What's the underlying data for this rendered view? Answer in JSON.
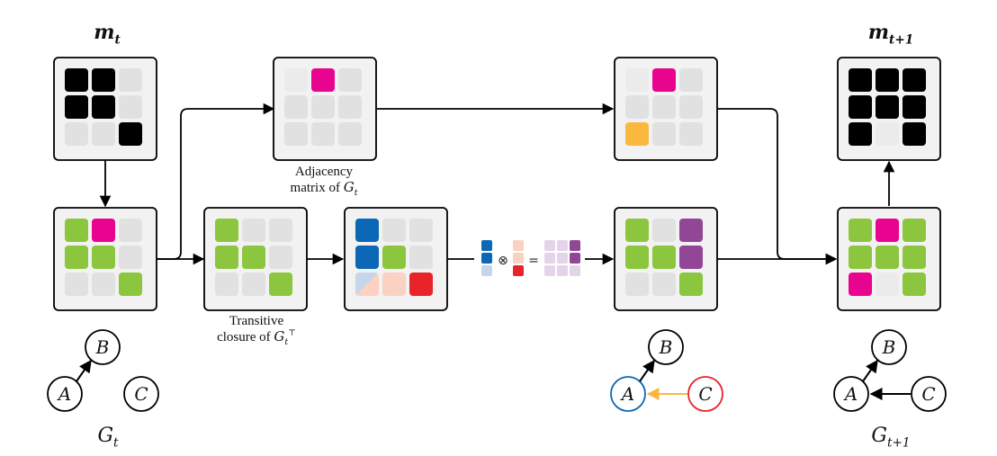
{
  "colors": {
    "black": "#000000",
    "gray": "#e1e1e1",
    "pink": "#e8048f",
    "green": "#8cc63f",
    "orange": "#fbb83f",
    "blue": "#0a68b6",
    "lightblue": "#c7d5ea",
    "peach": "#fbd1c2",
    "red": "#e8232a",
    "purple": "#924796",
    "lavender": "#e3d4e9",
    "panel_bg": "#f2f2f2"
  },
  "labels": {
    "m_t": "m",
    "m_t_sub": "t",
    "m_t1": "m",
    "m_t1_sub": "t+1",
    "adjacency_line1": "Adjacency",
    "adjacency_line2": "matrix of ",
    "adjacency_var": "G",
    "adjacency_sub": "t",
    "transitive_line1": "Transitive",
    "transitive_line2": "closure of ",
    "transitive_var": "G",
    "transitive_sub": "t",
    "transitive_sup": "⊤",
    "gt_var": "G",
    "gt_sub": "t",
    "gt1_var": "G",
    "gt1_sub": "t+1",
    "otimes": "⊗",
    "equals": "="
  },
  "matrices": {
    "m_t": [
      "black",
      "black",
      "gray",
      "black",
      "black",
      "gray",
      "gray",
      "gray",
      "black"
    ],
    "adj_top": [
      "lgray",
      "pink",
      "gray",
      "gray",
      "gray",
      "gray",
      "gray",
      "gray",
      "gray"
    ],
    "adj_right": [
      "lgray",
      "pink",
      "gray",
      "gray",
      "gray",
      "gray",
      "orange",
      "gray",
      "gray"
    ],
    "m_t1": [
      "black",
      "black",
      "black",
      "black",
      "black",
      "black",
      "black",
      "lgray",
      "black"
    ],
    "g_t": [
      "green",
      "pink",
      "gray",
      "green",
      "green",
      "gray",
      "gray",
      "gray",
      "green"
    ],
    "closure": [
      "green",
      "gray",
      "gray",
      "green",
      "green",
      "gray",
      "gray",
      "gray",
      "green"
    ],
    "colored": [
      "blue",
      "gray",
      "gray",
      "blue",
      "green",
      "gray",
      "split",
      "peach",
      "red"
    ],
    "result": [
      "green",
      "gray",
      "purple",
      "green",
      "green",
      "purple",
      "gray",
      "gray",
      "green"
    ],
    "final": [
      "green",
      "pink",
      "green",
      "green",
      "green",
      "green",
      "pink",
      "lgray",
      "green"
    ]
  },
  "graphs": {
    "g_t": {
      "nodes": [
        "A",
        "B",
        "C"
      ]
    },
    "g_mid": {
      "nodes": [
        "A",
        "B",
        "C"
      ]
    },
    "g_t1": {
      "nodes": [
        "A",
        "B",
        "C"
      ]
    }
  }
}
